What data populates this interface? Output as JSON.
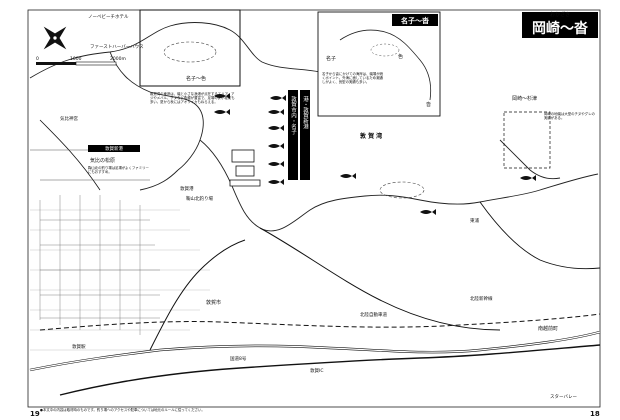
{
  "header": {
    "title_ruby": "おかざき",
    "title": "岡崎〜沓"
  },
  "inset": {
    "title": "名子〜沓",
    "place_myoshi": "名子",
    "place_shiose": "色",
    "place_iro": "沓",
    "place_kutsu": "沓",
    "caption": "名子から沓にかけての海岸は、磯場が続くポイント。外海に面しているため潮通しがよく、良型の実績も多い。"
  },
  "scale": {
    "zero": "0",
    "mid": "1000",
    "end": "2000m"
  },
  "labels": {
    "novotel": "ノーベビーチホテル",
    "first_house": "ファーストハーバーハウス",
    "kehi_pine": "気比の松原",
    "higashiura": "東浦",
    "nanakuma": "名子〜色",
    "tsuruga_bay": "敦 賀 湾",
    "okazaki": "岡崎〜杉津",
    "tsuruga_city": "敦賀市",
    "minamiechizen": "南越前町",
    "shinkansen": "北陸新幹線",
    "hokuriku_exp": "北陸自動車道",
    "tsuruga_port": "敦賀港",
    "star_valley": "スターバレー",
    "tsuruga_ic": "敦賀IC",
    "station": "敦賀駅",
    "route8": "国道8号",
    "mihama_area": "鞠山北釣り場",
    "harbor_area": "敦賀新港",
    "kehi": "気比神宮"
  },
  "vertical_tabs": {
    "left": "敦賀市内・名子",
    "right": "港・敦賀新港"
  },
  "notes": {
    "main_note": "敦賀湾の東岸は、磯と小さな漁港が点在するエリア。アジやメバル、チヌなど魚種が豊富で、足場のよい堤防も多い。夏から秋にはアオリイカもねらえる。",
    "harbor_note": "鞠山北の釣り場は足場がよくファミリーにもおすすめ。",
    "okazaki_note": "岡崎の地磯は大型のチヌやグレの実績がある。",
    "footer": "●本文中の内容は取材時のものです。釣り場へのアクセスや駐車については地元のルールに従ってください。"
  },
  "page_numbers": {
    "left": "19",
    "right": "18"
  },
  "icons": {
    "compass": "compass-rose-icon",
    "fish": "fish-icon"
  },
  "colors": {
    "land": "#ffffff",
    "sea": "#ffffff",
    "road": "#111111",
    "frame": "#000000"
  }
}
